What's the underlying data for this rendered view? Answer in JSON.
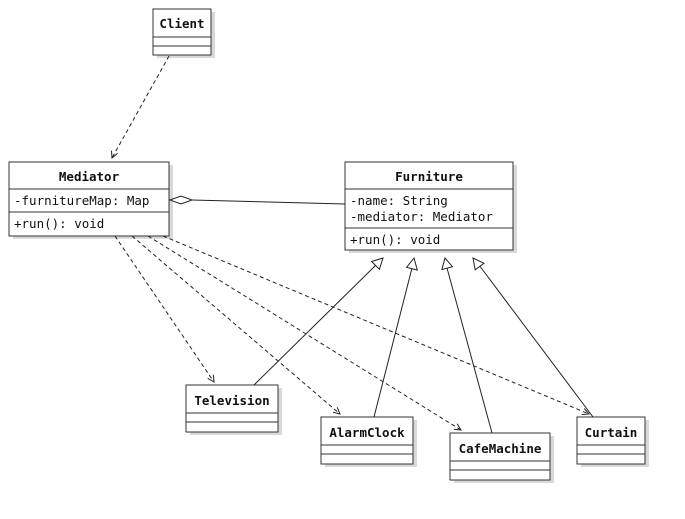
{
  "classes": {
    "client": {
      "name": "Client"
    },
    "mediator": {
      "name": "Mediator",
      "attributes": [
        "-furnitureMap: Map"
      ],
      "operations": [
        "+run(): void"
      ]
    },
    "furniture": {
      "name": "Furniture",
      "attributes": [
        "-name: String",
        "-mediator: Mediator"
      ],
      "operations": [
        "+run(): void"
      ]
    },
    "television": {
      "name": "Television"
    },
    "alarmclock": {
      "name": "AlarmClock"
    },
    "cafemachine": {
      "name": "CafeMachine"
    },
    "curtain": {
      "name": "Curtain"
    }
  }
}
